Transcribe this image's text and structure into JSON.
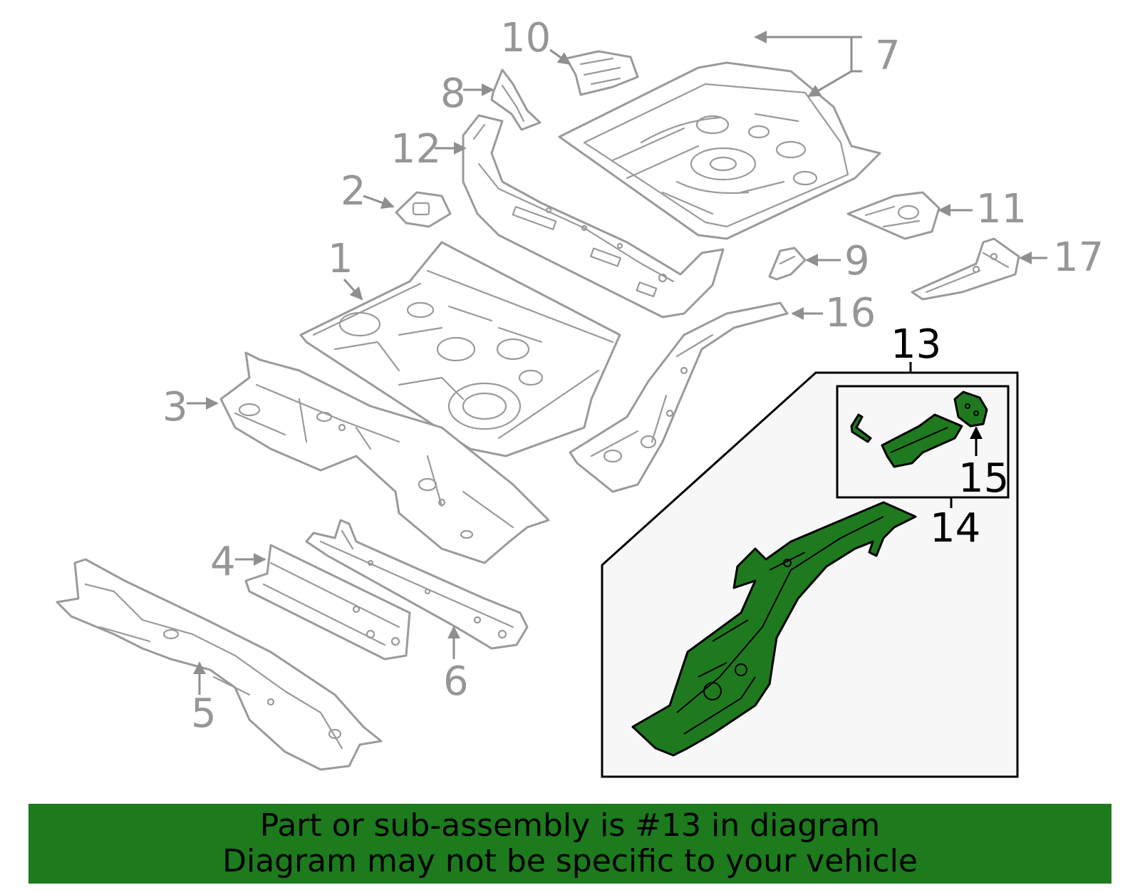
{
  "callouts": {
    "c1": "1",
    "c2": "2",
    "c3": "3",
    "c4": "4",
    "c5": "5",
    "c6": "6",
    "c7": "7",
    "c8": "8",
    "c9": "9",
    "c10": "10",
    "c11": "11",
    "c12": "12",
    "c13": "13",
    "c14": "14",
    "c15": "15",
    "c16": "16",
    "c17": "17"
  },
  "highlight_color": "#1f7a1f",
  "banner": {
    "line1": "Part or sub-assembly is #13 in diagram",
    "line2": "Diagram may not be specific to your vehicle",
    "color": "#1d7a1d"
  }
}
